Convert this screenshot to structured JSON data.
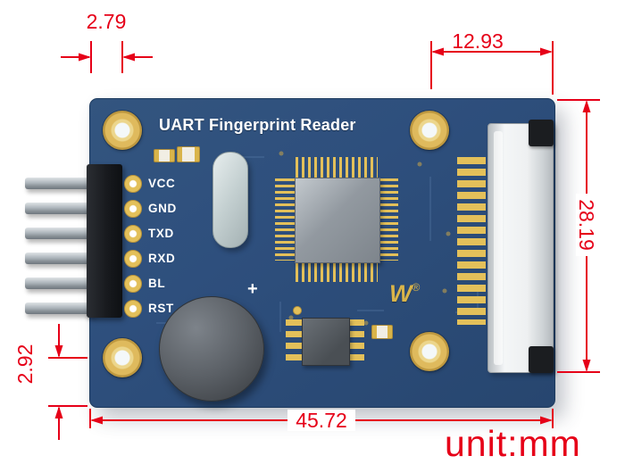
{
  "figure": {
    "unit_label": "unit:mm"
  },
  "board": {
    "title": "UART Fingerprint Reader",
    "logo_text": "W",
    "logo_reg": "®",
    "buzzer_plus": "+"
  },
  "pins": {
    "labels": [
      "VCC",
      "GND",
      "TXD",
      "RXD",
      "BL",
      "RST"
    ]
  },
  "dimensions": {
    "top_left_offset": "2.79",
    "top_right_width": "12.93",
    "right_height": "28.19",
    "bottom_left_offset": "2.92",
    "bottom_width": "45.72"
  },
  "colors": {
    "dimension_red": "#e60018",
    "pcb_blue": "#2e4f7d",
    "gold": "#e3c05a"
  }
}
